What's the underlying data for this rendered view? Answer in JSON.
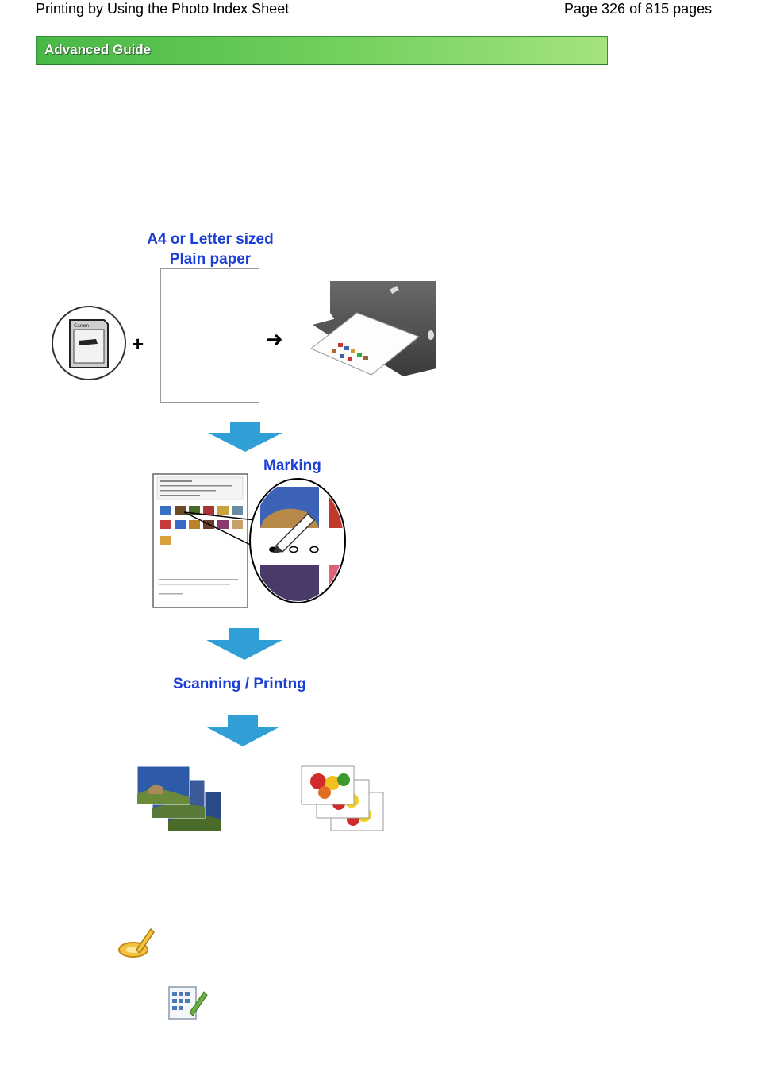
{
  "header": {
    "title": "Printing by Using the Photo Index Sheet",
    "page_info": "Page 326 of 815 pages"
  },
  "banner": {
    "label": "Advanced Guide"
  },
  "diagram": {
    "paper_label_line1": "A4 or Letter sized",
    "paper_label_line2": "Plain paper",
    "plus": "+",
    "arrow": "➜",
    "sd_brand": "Canon",
    "marking_label": "Marking",
    "scanning_label": "Scanning / Printng"
  },
  "icons": [
    "sd-card-icon",
    "printer-icon",
    "down-arrow-icon",
    "photo-index-sheet-icon",
    "magnifier-icon",
    "landscape-photos-icon",
    "fruit-photos-icon",
    "pencil-mark-icon",
    "index-sheet-edit-icon"
  ],
  "colors": {
    "banner_green": "#6fcf5a",
    "label_blue": "#1a3fd6",
    "arrow_blue": "#2f9fd6"
  }
}
